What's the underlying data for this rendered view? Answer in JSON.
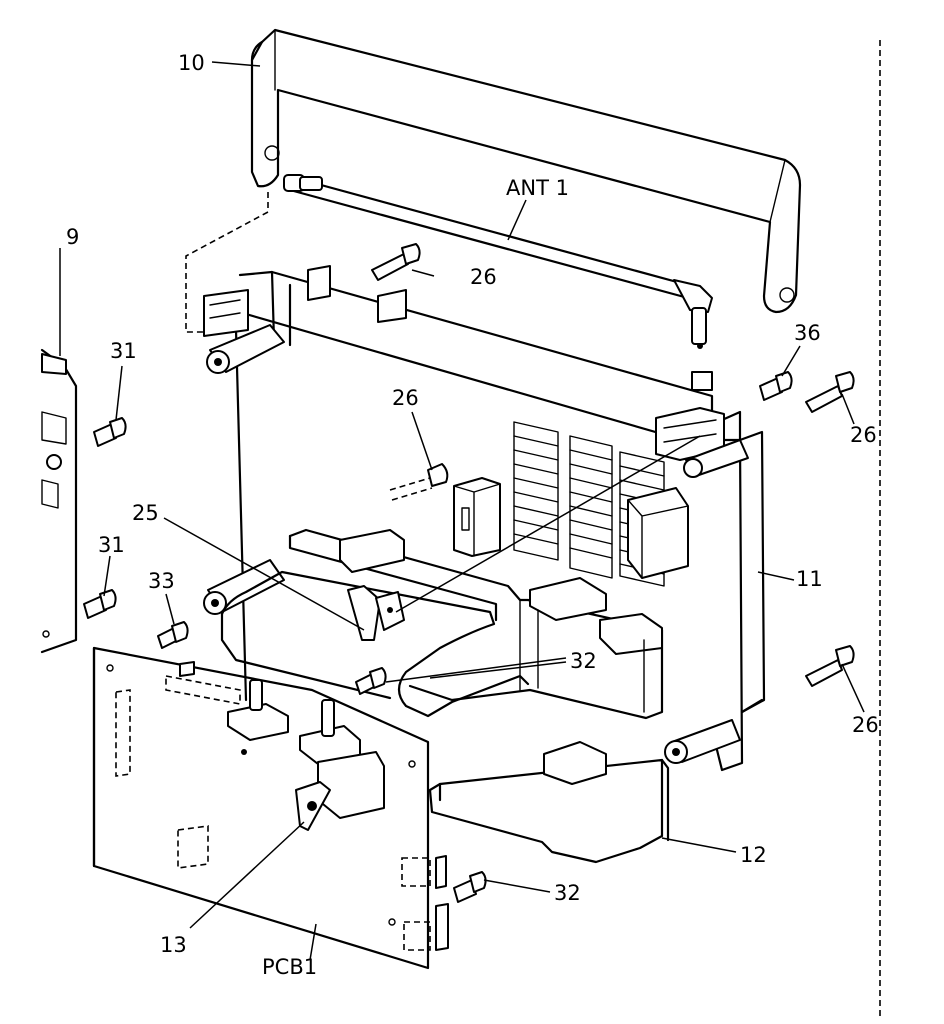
{
  "callouts": {
    "c10": "10",
    "c9": "9",
    "cAnt": "ANT 1",
    "c26a": "26",
    "c31a": "31",
    "c36": "36",
    "c26b": "26",
    "c26c": "26",
    "c25": "25",
    "c31b": "31",
    "c33": "33",
    "c11": "11",
    "c32a": "32",
    "c26d": "26",
    "c12": "12",
    "c32b": "32",
    "c13": "13",
    "cPcb": "PCB1"
  }
}
